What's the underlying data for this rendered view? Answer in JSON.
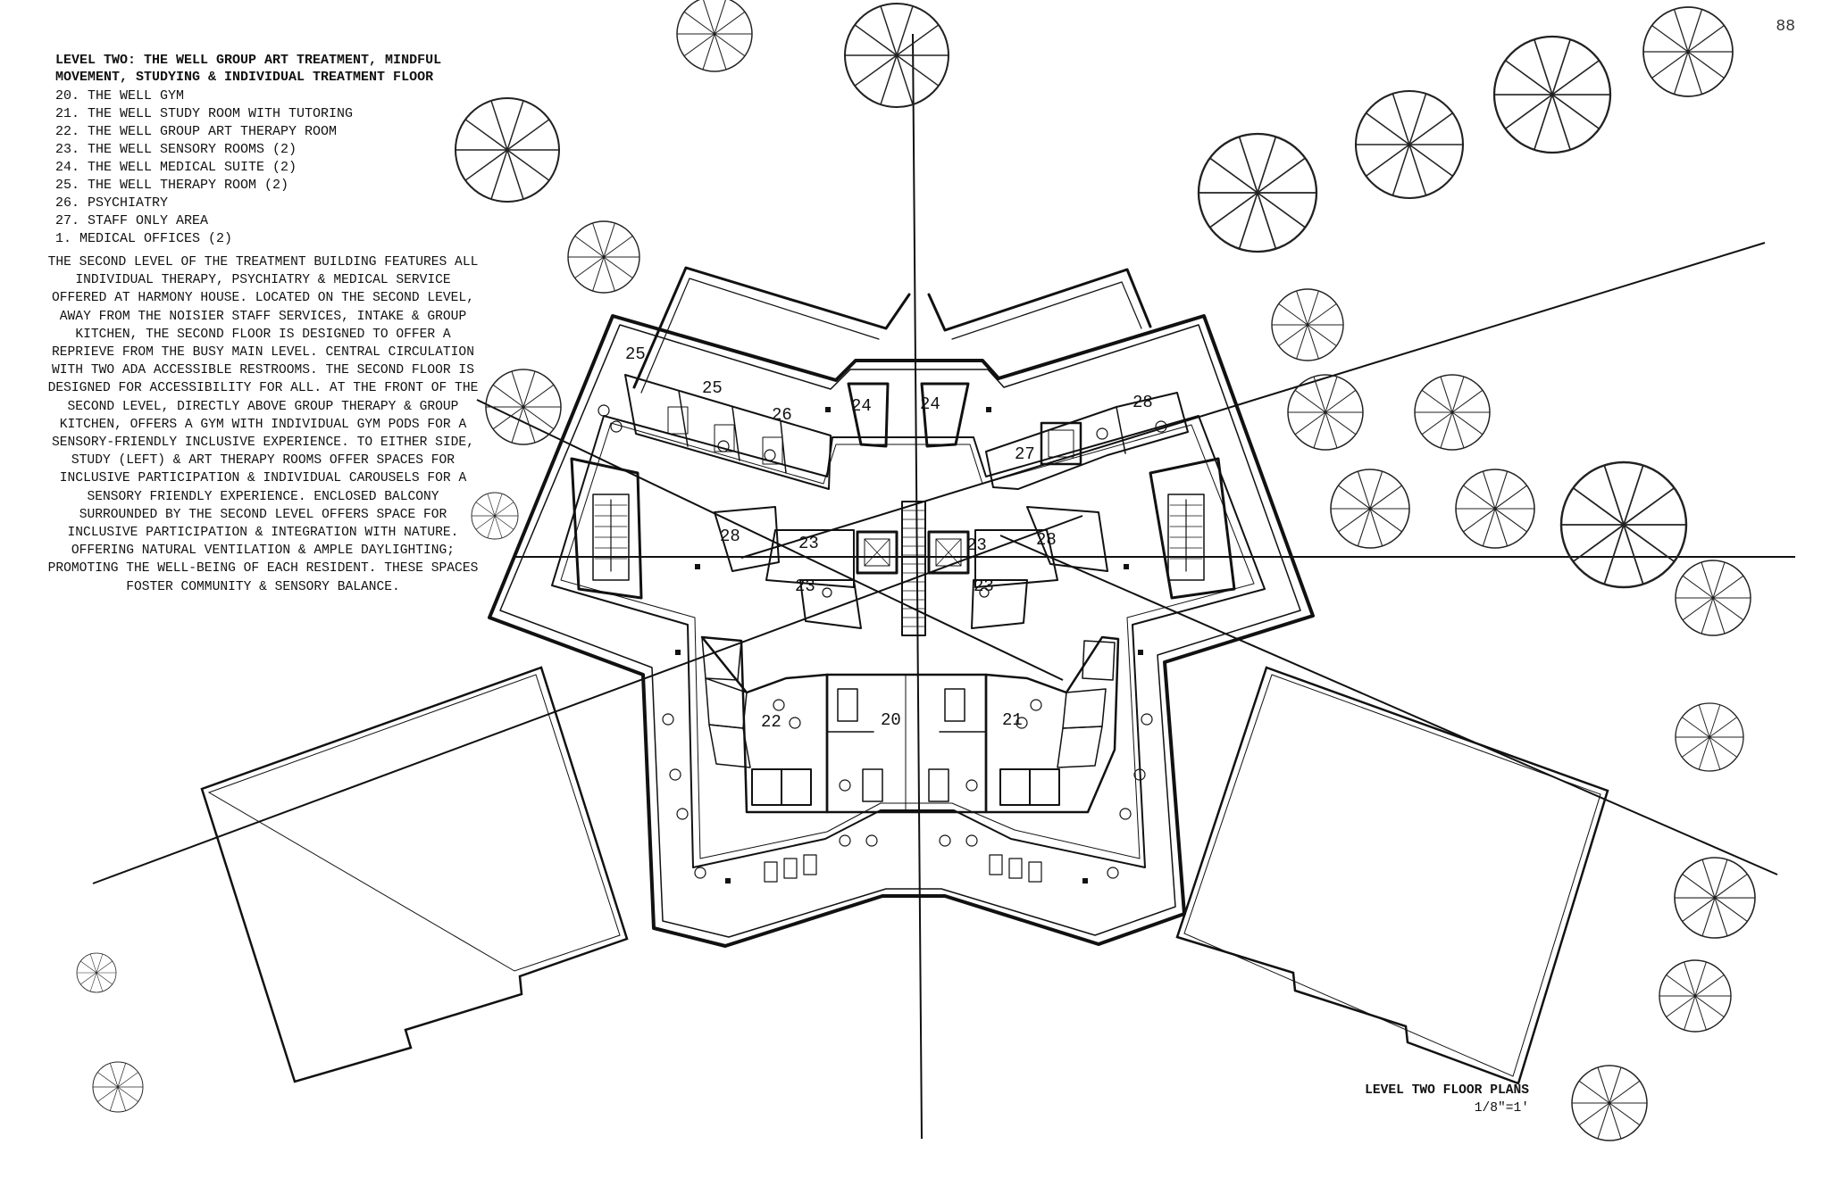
{
  "page_number": "88",
  "legend": {
    "title": "LEVEL TWO: THE WELL GROUP ART TREATMENT, MINDFUL MOVEMENT, STUDYING  & INDIVIDUAL TREATMENT FLOOR",
    "rooms": [
      "20. THE WELL GYM",
      "21. THE WELL STUDY ROOM WITH TUTORING",
      "22. THE WELL GROUP ART THERAPY ROOM",
      "23. THE WELL SENSORY ROOMS (2)",
      "24. THE WELL MEDICAL SUITE (2)",
      "25. THE WELL THERAPY ROOM (2)",
      "26. PSYCHIATRY",
      "27. STAFF ONLY AREA",
      "1. MEDICAL OFFICES (2)"
    ],
    "description": "THE SECOND LEVEL OF THE TREATMENT BUILDING FEATURES ALL INDIVIDUAL THERAPY, PSYCHIATRY & MEDICAL SERVICE OFFERED AT HARMONY HOUSE. LOCATED ON THE SECOND LEVEL, AWAY FROM THE NOISIER STAFF SERVICES, INTAKE & GROUP KITCHEN, THE SECOND FLOOR IS DESIGNED TO OFFER A REPRIEVE FROM THE BUSY MAIN LEVEL. CENTRAL CIRCULATION WITH TWO ADA ACCESSIBLE RESTROOMS. THE SECOND FLOOR IS DESIGNED FOR ACCESSIBILITY FOR ALL. AT THE FRONT OF THE SECOND LEVEL, DIRECTLY ABOVE GROUP THERAPY & GROUP KITCHEN, OFFERS A GYM WITH INDIVIDUAL GYM PODS FOR A SENSORY-FRIENDLY INCLUSIVE EXPERIENCE. TO EITHER SIDE, STUDY (LEFT) & ART THERAPY ROOMS OFFER SPACES FOR INCLUSIVE PARTICIPATION & INDIVIDUAL CAROUSELS FOR A SENSORY FRIENDLY EXPERIENCE. ENCLOSED BALCONY SURROUNDED BY THE SECOND LEVEL OFFERS SPACE FOR INCLUSIVE PARTICIPATION & INTEGRATION WITH NATURE. OFFERING NATURAL VENTILATION & AMPLE DAYLIGHTING; PROMOTING THE WELL-BEING OF EACH RESIDENT. THESE SPACES FOSTER COMMUNITY & SENSORY BALANCE."
  },
  "room_labels": {
    "r25_outer": "25",
    "r25_inner": "25",
    "r26": "26",
    "r24_left": "24",
    "r24_right": "24",
    "r28_top": "28",
    "r27": "27",
    "r28_left": "28",
    "r23_a": "23",
    "r23_b": "23",
    "r28_right": "28",
    "r23_c": "23",
    "r23_d": "23",
    "r22": "22",
    "r20": "20",
    "r21": "21"
  },
  "plan_title": {
    "name": "LEVEL TWO FLOOR PLANS",
    "scale": "1/8\"=1'"
  }
}
